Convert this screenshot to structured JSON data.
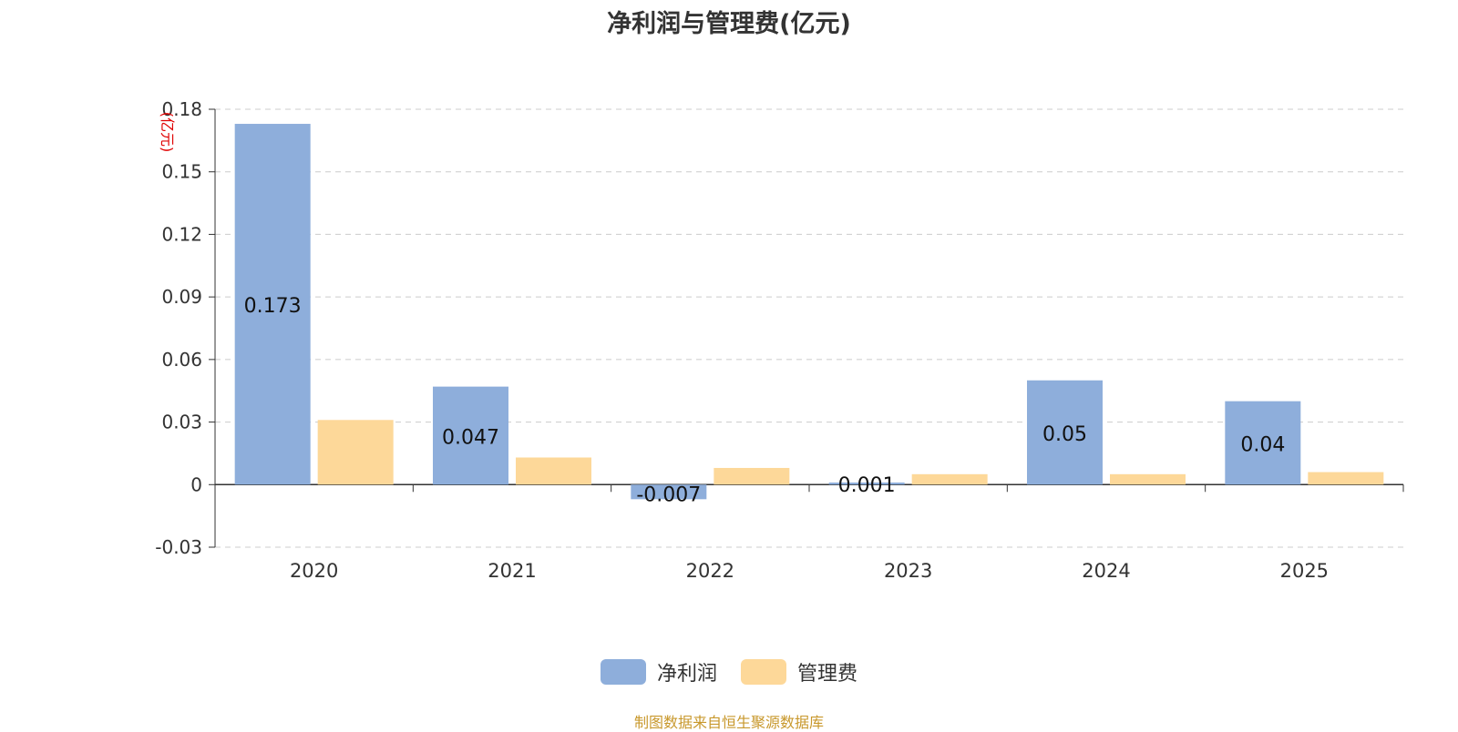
{
  "chart_data": {
    "type": "bar",
    "title": "净利润与管理费(亿元)",
    "ylabel": "(亿元)",
    "xlabel": "",
    "categories": [
      "2020",
      "2021",
      "2022",
      "2023",
      "2024",
      "2025"
    ],
    "series": [
      {
        "name": "净利润",
        "values": [
          0.173,
          0.047,
          -0.007,
          0.001,
          0.05,
          0.04
        ],
        "color": "#8eaedb",
        "data_labels": [
          "0.173",
          "0.047",
          "-0.007",
          "0.001",
          "0.05",
          "0.04"
        ]
      },
      {
        "name": "管理费",
        "values": [
          0.031,
          0.013,
          0.008,
          0.005,
          0.005,
          0.006
        ],
        "color": "#fdd899"
      }
    ],
    "ylim": [
      -0.03,
      0.18
    ],
    "yticks": [
      "-0.03",
      "0",
      "0.03",
      "0.06",
      "0.09",
      "0.12",
      "0.15",
      "0.18"
    ],
    "grid": true,
    "legend_position": "bottom-center"
  },
  "footer": {
    "source": "制图数据来自恒生聚源数据库"
  },
  "colors": {
    "ylabel": "#e00000",
    "source": "#c8982c",
    "grid": "#cccccc",
    "axis": "#333333"
  }
}
